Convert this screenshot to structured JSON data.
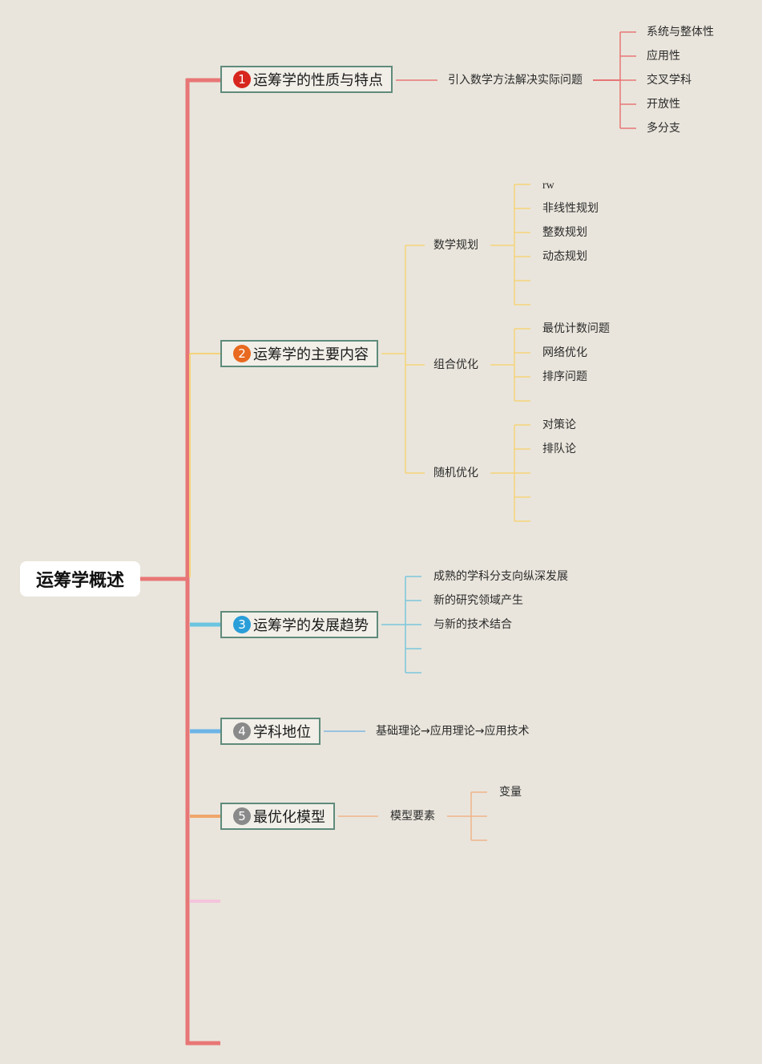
{
  "root": {
    "label": "运筹学概述"
  },
  "branches": [
    {
      "number": "1",
      "label": "运筹学的性质与特点",
      "color": "#e87676",
      "badge_color": "#d7261e",
      "children": [
        {
          "label": "引入数学方法解决实际问题",
          "children": [
            "系统与整体性",
            "应用性",
            "交叉学科",
            "开放性",
            "多分支"
          ]
        }
      ]
    },
    {
      "number": "2",
      "label": "运筹学的主要内容",
      "color": "#f5d37a",
      "badge_color": "#e8691f",
      "children": [
        {
          "label": "数学规划",
          "children": [
            "rw",
            "非线性规划",
            "整数规划",
            "动态规划",
            "",
            ""
          ]
        },
        {
          "label": "组合优化",
          "children": [
            "最优计数问题",
            "网络优化",
            "排序问题",
            ""
          ]
        },
        {
          "label": "随机优化",
          "children": [
            "对策论",
            "排队论",
            "",
            "",
            ""
          ]
        }
      ]
    },
    {
      "number": "3",
      "label": "运筹学的发展趋势",
      "color": "#7ac7dc",
      "badge_color": "#2a9ed8",
      "children": [
        "成熟的学科分支向纵深发展",
        "新的研究领域产生",
        "与新的技术结合",
        "",
        ""
      ]
    },
    {
      "number": "4",
      "label": "学科地位",
      "color": "#7fb6e0",
      "badge_color": "#8a8a8a",
      "children": [
        "基础理论→应用理论→应用技术"
      ]
    },
    {
      "number": "5",
      "label": "最优化模型",
      "color": "#f0b48a",
      "badge_color": "#8a8a8a",
      "children": [
        {
          "label": "模型要素",
          "children": [
            "变量",
            "",
            ""
          ]
        }
      ]
    }
  ],
  "colors": {
    "trunk": "#e87676",
    "stub_blue": "#6bb4e8",
    "stub_orange": "#f0a66a",
    "stub_pink": "#f4c4dc",
    "node_border": "#5f8b7c",
    "background": "#e9e5dc"
  }
}
